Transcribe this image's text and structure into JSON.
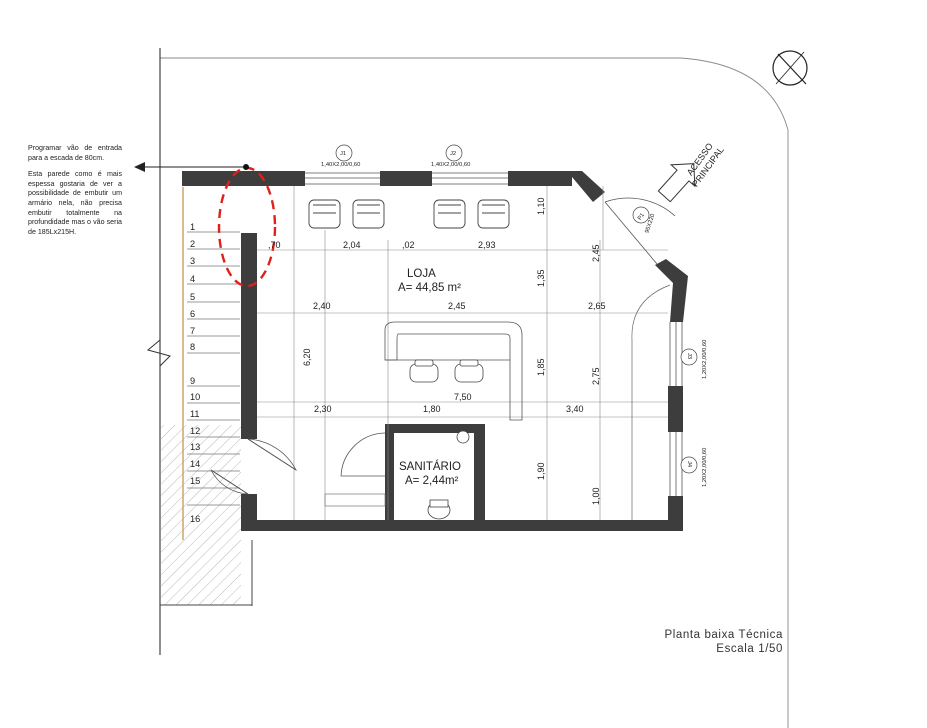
{
  "note": {
    "line1": "Programar vão de entrada para a escada de 80cm.",
    "line2": "Esta parede como é mais espessa gostaria de ver a possibilidade de embutir um armário nela, não precisa embutir totalmente na profundidade mas o vão seria de 185Lx215H."
  },
  "rooms": {
    "loja_name": "LOJA",
    "loja_area": "A= 44,85 m²",
    "sanitario_name": "SANITÁRIO",
    "sanitario_area": "A= 2,44m²"
  },
  "access": {
    "line1": "ACESSO",
    "line2": "PRINCIPAL"
  },
  "windows": {
    "j1_tag": "J1",
    "j1_spec": "1,40X2,00/0,60",
    "j2_tag": "J2",
    "j2_spec": "1,40X2,00/0,60",
    "j3_tag": "J3",
    "j3_spec": "1,20X2,00/0,60",
    "j4_tag": "J4",
    "j4_spec": "1,20X2,00/0,60",
    "p1_tag": "P1",
    "p1_spec": "95X220"
  },
  "dimensions": {
    "d_070": ",70",
    "d_204": "2,04",
    "d_002": ",02",
    "d_293": "2,93",
    "d_240": "2,40",
    "d_245h": "2,45",
    "d_265": "2,65",
    "d_750": "7,50",
    "d_230": "2,30",
    "d_180": "1,80",
    "d_340": "3,40",
    "d_110": "1,10",
    "d_135": "1,35",
    "d_185": "1,85",
    "d_190": "1,90",
    "d_245v": "2,45",
    "d_275": "2,75",
    "d_100": "1,00",
    "d_620": "6,20"
  },
  "stairs": [
    "1",
    "2",
    "3",
    "4",
    "5",
    "6",
    "7",
    "8",
    "9",
    "10",
    "11",
    "12",
    "13",
    "14",
    "15",
    "16"
  ],
  "caption": {
    "line1": "Planta baixa Técnica",
    "line2": "Escala 1/50"
  },
  "colors": {
    "wall": "#3d3d3d",
    "line": "#6e6e6e",
    "highlight": "#e0201b",
    "paper": "#ffffff"
  }
}
